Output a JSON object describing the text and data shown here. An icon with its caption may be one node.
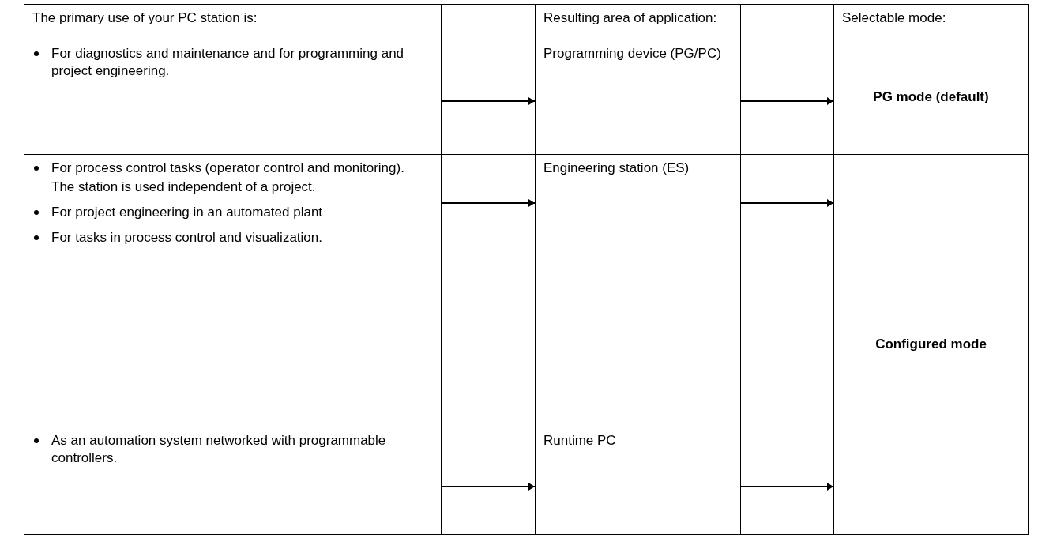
{
  "diagram": {
    "nodes": [
      {
        "text": [
          "For diagnostics and maintenance and for programming and project engineering."
        ]
      },
      {
        "text": [
          "Programming device (PG/PC)"
        ]
      },
      {
        "text": [
          "PG mode (default)"
        ]
      },
      {
        "text": [
          "For process control tasks (operator control and monitoring).",
          "The station is used independent of a project.",
          "For project engineering in an automated plant",
          "For tasks in process control and visualization."
        ]
      },
      {
        "text": [
          "Engineering station (ES)"
        ]
      },
      {
        "text": [
          "Configured mode"
        ]
      },
      {
        "text": [
          "As an automation system networked with programmable controllers."
        ]
      },
      {
        "text": [
          "Runtime PC"
        ]
      }
    ],
    "edges": [
      {
        "from": 0,
        "to": 1,
        "arrow": "to"
      },
      {
        "from": 1,
        "to": 2,
        "arrow": "to"
      },
      {
        "from": 3,
        "to": 4,
        "arrow": "to"
      },
      {
        "from": 4,
        "to": 5,
        "arrow": "to"
      },
      {
        "from": 6,
        "to": 7,
        "arrow": "to"
      },
      {
        "from": 7,
        "to": 5,
        "arrow": "to"
      }
    ],
    "labels": [
      "The primary use of your PC station is:",
      "Resulting area of application:",
      "Selectable mode:"
    ]
  }
}
